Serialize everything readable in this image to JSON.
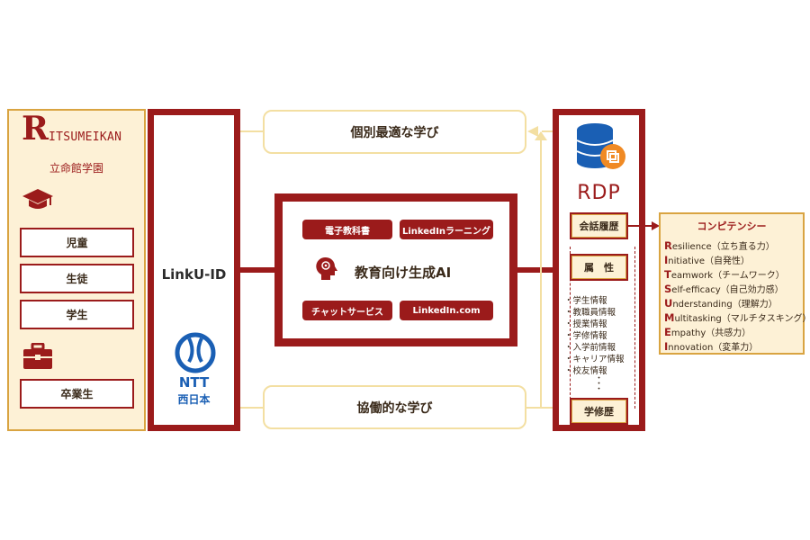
{
  "org": {
    "logo_initial": "R",
    "logo_word": "ITSUMEIKAN",
    "subtitle": "立命館学園"
  },
  "roles_upper": [
    "児童",
    "生徒",
    "学生"
  ],
  "roles_lower": [
    "卒業生"
  ],
  "idp": {
    "label": "LinkU-ID",
    "partner_mark": "NTT",
    "partner_sub": "西日本"
  },
  "flows": {
    "top": "個別最適な学び",
    "bottom": "協働的な学び"
  },
  "ai": {
    "title": "教育向け生成AI",
    "services": [
      "電子教科書",
      "LinkedInラーニング",
      "チャットサービス",
      "LinkedIn.com"
    ]
  },
  "rdp": {
    "label": "RDP",
    "conversation": "会話履歴",
    "attributes_title": "属　性",
    "attributes": [
      "学生情報",
      "教職員情報",
      "授業情報",
      "学修情報",
      "入学前情報",
      "キャリア情報",
      "校友情報"
    ],
    "learning": "学修歴"
  },
  "competency": {
    "title": "コンピテンシー",
    "items": [
      {
        "initial": "R",
        "rest": "esilience",
        "jp": "（立ち直る力）"
      },
      {
        "initial": "I",
        "rest": "nitiative",
        "jp": "（自発性）"
      },
      {
        "initial": "T",
        "rest": "eamwork",
        "jp": "（チームワーク）"
      },
      {
        "initial": "S",
        "rest": "elf-efficacy",
        "jp": "（自己効力感）"
      },
      {
        "initial": "U",
        "rest": "nderstanding",
        "jp": "（理解力）"
      },
      {
        "initial": "M",
        "rest": "ultitasking",
        "jp": "（マルチタスキング）"
      },
      {
        "initial": "E",
        "rest": "mpathy",
        "jp": "（共感力）"
      },
      {
        "initial": "I",
        "rest": "nnovation",
        "jp": "（変革力）"
      }
    ]
  },
  "colors": {
    "brand": "#9b1b1b",
    "accent": "#d9a441",
    "panel": "#fdf1d6"
  }
}
